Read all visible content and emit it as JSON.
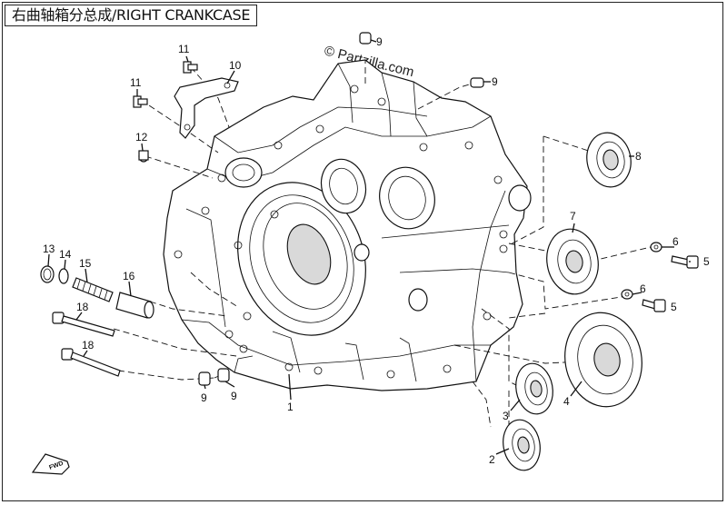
{
  "diagram": {
    "title": "右曲轴箱分总成/RIGHT CRANKCASE",
    "watermark": "© Partzilla.com",
    "fwd_badge": "FWD",
    "callouts": {
      "p1": "1",
      "p2": "2",
      "p3": "3",
      "p4": "4",
      "p5a": "5",
      "p5b": "5",
      "p6a": "6",
      "p6b": "6",
      "p7": "7",
      "p8": "8",
      "p9a": "9",
      "p9b": "9",
      "p9c": "9",
      "p9d": "9",
      "p10": "10",
      "p11a": "11",
      "p11b": "11",
      "p12": "12",
      "p13": "13",
      "p14": "14",
      "p15": "15",
      "p16": "16",
      "p18a": "18",
      "p18b": "18"
    }
  }
}
